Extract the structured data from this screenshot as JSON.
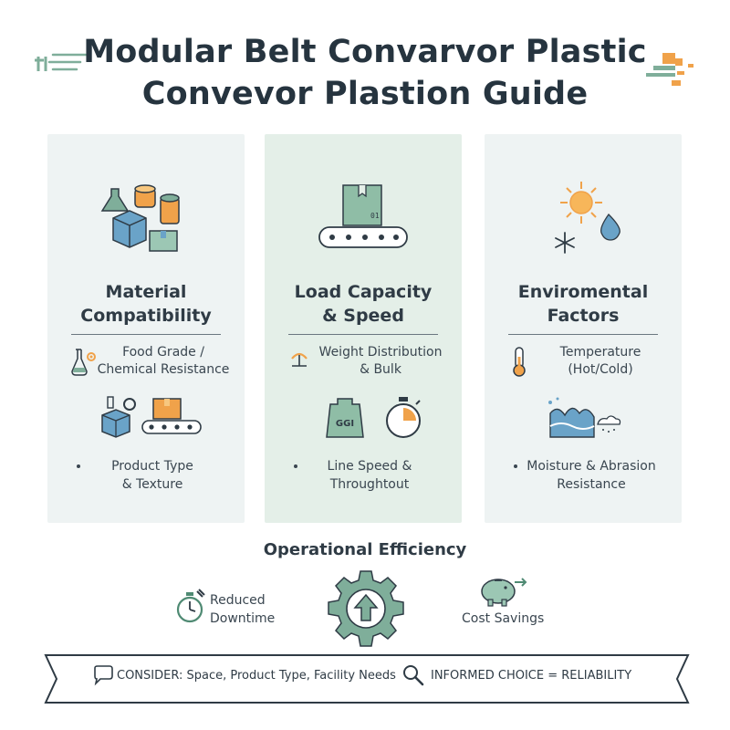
{
  "title": {
    "line1": "Modular Belt Convarvor Plastic",
    "line2": "Convevor Plastion Guide"
  },
  "panels": [
    {
      "title_line1": "Material",
      "title_line2": "Compatibility",
      "sub_line1": "Food Grade /",
      "sub_line2": "Chemical Resistance",
      "bullet_line1": "Product Type",
      "bullet_line2": "& Texture"
    },
    {
      "title_line1": "Load Capacity",
      "title_line2": "& Speed",
      "sub_line1": "Weight Distribution",
      "sub_line2": "& Bulk",
      "scale_label": "GGI",
      "box_label": "01",
      "bullet_line1": "Line Speed &",
      "bullet_line2": "Throughtout"
    },
    {
      "title_line1": "Enviromental",
      "title_line2": "Factors",
      "sub_line1": "Temperature",
      "sub_line2": "(Hot/Cold)",
      "bullet_line1": "Moisture & Abrasion",
      "bullet_line2": "Resistance"
    }
  ],
  "efficiency": {
    "title": "Operational Efficiency",
    "left_line1": "Reduced",
    "left_line2": "Downtime",
    "right": "Cost Savings"
  },
  "banner": {
    "left": "CONSIDER: Space, Product Type, Facility Needs",
    "right": "INFORMED CHOICE = RELIABILITY"
  },
  "colors": {
    "sage": "#7fae9a",
    "sage_dark": "#4f8a73",
    "orange": "#f0a24a",
    "blue": "#6aa3c8",
    "text": "#2f3b45"
  }
}
